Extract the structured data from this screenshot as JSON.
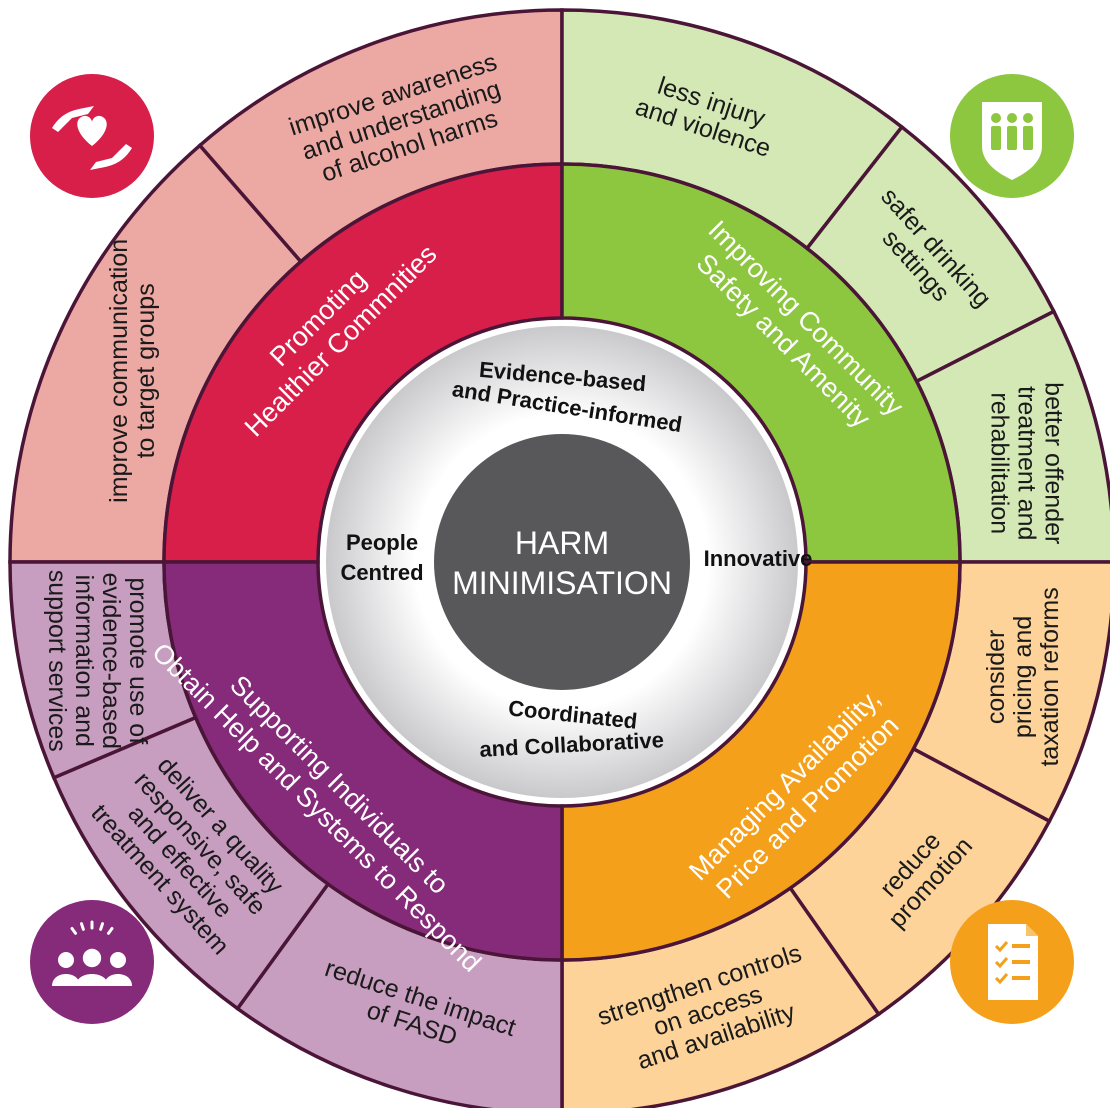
{
  "center": {
    "line1": "HARM",
    "line2": "MINIMISATION"
  },
  "principles": {
    "top": "Evidence-based",
    "top2": "and Practice-informed",
    "bottom": "Coordinated",
    "bottom2": "and Collaborative",
    "left1": "People",
    "left2": "Centred",
    "right": "Innovative"
  },
  "quadrants": [
    {
      "key": "healthier",
      "title1": "Promoting",
      "title2": "Healthier Commnities",
      "icon": "hands-heart-icon",
      "color_main": "#d81f4a",
      "color_outer": "#eca9a4",
      "actions": [
        {
          "lines": [
            "improve awareness",
            "and understanding",
            "of alcohol harms"
          ]
        },
        {
          "lines": [
            "improve communication",
            "to target groups"
          ]
        }
      ]
    },
    {
      "key": "safety",
      "title1": "Improving Community",
      "title2": "Safety and Amenity",
      "icon": "people-shield-icon",
      "color_main": "#8dc63f",
      "color_outer": "#d3e8b4",
      "actions": [
        {
          "lines": [
            "less injury",
            "and violence"
          ]
        },
        {
          "lines": [
            "safer drinking",
            "settings"
          ]
        },
        {
          "lines": [
            "better offender",
            "treatment and",
            "rehabilitation"
          ]
        }
      ]
    },
    {
      "key": "availability",
      "title1": "Managing Availability,",
      "title2": "Price and Promotion",
      "icon": "checklist-document-icon",
      "color_main": "#f5a01b",
      "color_outer": "#fdd39a",
      "actions": [
        {
          "lines": [
            "consider",
            "pricing and",
            "taxation reforms"
          ]
        },
        {
          "lines": [
            "reduce",
            "promotion"
          ]
        },
        {
          "lines": [
            "strengthen controls",
            "on access",
            "and availability"
          ]
        }
      ]
    },
    {
      "key": "supporting",
      "title1": "Supporting Individuals to",
      "title2": "Obtain Help and Systems to Respond",
      "icon": "group-people-icon",
      "color_main": "#862a7a",
      "color_outer": "#c79dc0",
      "actions": [
        {
          "lines": [
            "reduce the impact",
            "of FASD"
          ]
        },
        {
          "lines": [
            "deliver a quality",
            "responsive, safe",
            "and effective",
            "treatment system"
          ]
        },
        {
          "lines": [
            "promote use of",
            "evidence-based",
            "information and",
            "support services"
          ]
        }
      ]
    }
  ],
  "colors": {
    "outline": "#4a1537",
    "core": "#58585a",
    "ring_light": "#ffffff",
    "ring_dark": "#cfcfd1"
  }
}
